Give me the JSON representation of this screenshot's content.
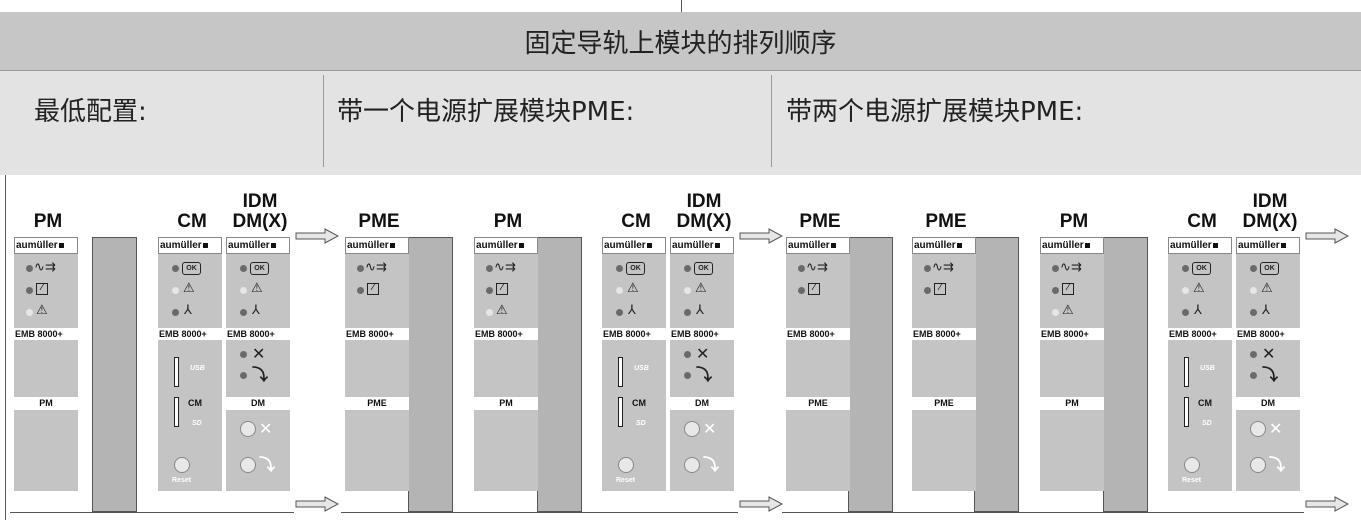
{
  "title": "固定导轨上模块的排列顺序",
  "configs": [
    {
      "label": "最低配置:"
    },
    {
      "label": "带一个电源扩展模块PME:"
    },
    {
      "label": "带两个电源扩展模块PME:"
    }
  ],
  "brand": "aumüller",
  "emb_label": "EMB 8000+",
  "usb_label": "USB",
  "sd_label": "SD",
  "reset_label": "Reset",
  "icons": {
    "power": "power-plug-icon",
    "ok": "OK",
    "warn": "⚠",
    "motor": "motor-icon",
    "window": "window-icon"
  },
  "groups": [
    {
      "headers": [
        {
          "top": "",
          "bottom": "PM"
        },
        {
          "top": "",
          "bottom": "CM"
        },
        {
          "top": "IDM",
          "bottom": "DM(X)"
        }
      ],
      "modules": [
        {
          "type": "PM",
          "plate": "PM"
        },
        {
          "type": "CM",
          "plate": "CM"
        },
        {
          "type": "DM",
          "plate": "DM"
        }
      ]
    },
    {
      "headers": [
        {
          "top": "",
          "bottom": "PME"
        },
        {
          "top": "",
          "bottom": "PM"
        },
        {
          "top": "",
          "bottom": "CM"
        },
        {
          "top": "IDM",
          "bottom": "DM(X)"
        }
      ],
      "modules": [
        {
          "type": "PME",
          "plate": "PME"
        },
        {
          "type": "PM",
          "plate": "PM"
        },
        {
          "type": "CM",
          "plate": "CM"
        },
        {
          "type": "DM",
          "plate": "DM"
        }
      ]
    },
    {
      "headers": [
        {
          "top": "",
          "bottom": "PME"
        },
        {
          "top": "",
          "bottom": "PME"
        },
        {
          "top": "",
          "bottom": "PM"
        },
        {
          "top": "",
          "bottom": "CM"
        },
        {
          "top": "IDM",
          "bottom": "DM(X)"
        }
      ],
      "modules": [
        {
          "type": "PME",
          "plate": "PME"
        },
        {
          "type": "PME",
          "plate": "PME"
        },
        {
          "type": "PM",
          "plate": "PM"
        },
        {
          "type": "CM",
          "plate": "CM"
        },
        {
          "type": "DM",
          "plate": "DM"
        }
      ]
    }
  ]
}
